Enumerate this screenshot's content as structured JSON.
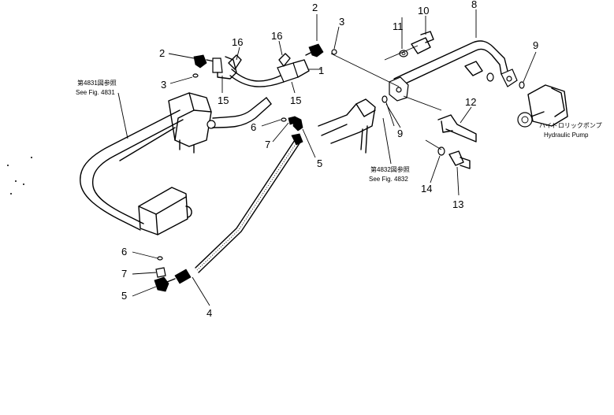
{
  "callouts": {
    "c1": "1",
    "c2a": "2",
    "c2b": "2",
    "c3a": "3",
    "c3b": "3",
    "c4": "4",
    "c5a": "5",
    "c5b": "5",
    "c6a": "6",
    "c6b": "6",
    "c7a": "7",
    "c7b": "7",
    "c8": "8",
    "c9a": "9",
    "c9b": "9",
    "c10": "10",
    "c11": "11",
    "c12": "12",
    "c13": "13",
    "c14": "14",
    "c15a": "15",
    "c15b": "15",
    "c16a": "16",
    "c16b": "16"
  },
  "notes": {
    "fig4831_jp": "第4831図参照",
    "fig4831_en": "See Fig. 4831",
    "fig4832_jp": "第4832図参照",
    "fig4832_en": "See Fig. 4832",
    "pump_jp": "ハイドロリックポンプ",
    "pump_en": "Hydraulic  Pump"
  }
}
